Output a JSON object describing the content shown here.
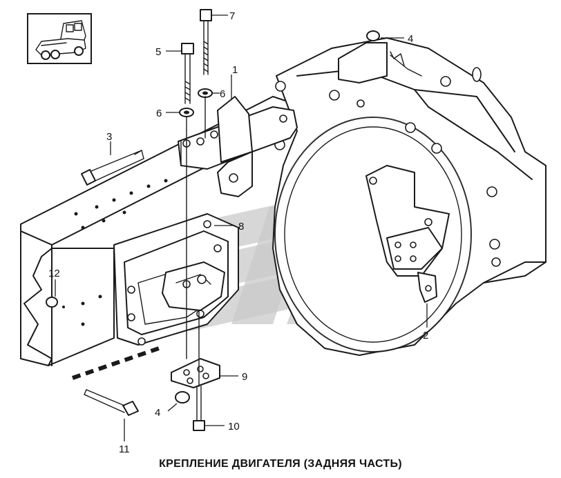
{
  "caption": "КРЕПЛЕНИЕ ДВИГАТЕЛЯ (ЗАДНЯЯ ЧАСТЬ)",
  "callouts": {
    "c1": "1",
    "c2": "2",
    "c3": "3",
    "c4a": "4",
    "c4b": "4",
    "c5": "5",
    "c6a": "6",
    "c6b": "6",
    "c7": "7",
    "c8": "8",
    "c9": "9",
    "c10": "10",
    "c11": "11",
    "c12": "12"
  }
}
